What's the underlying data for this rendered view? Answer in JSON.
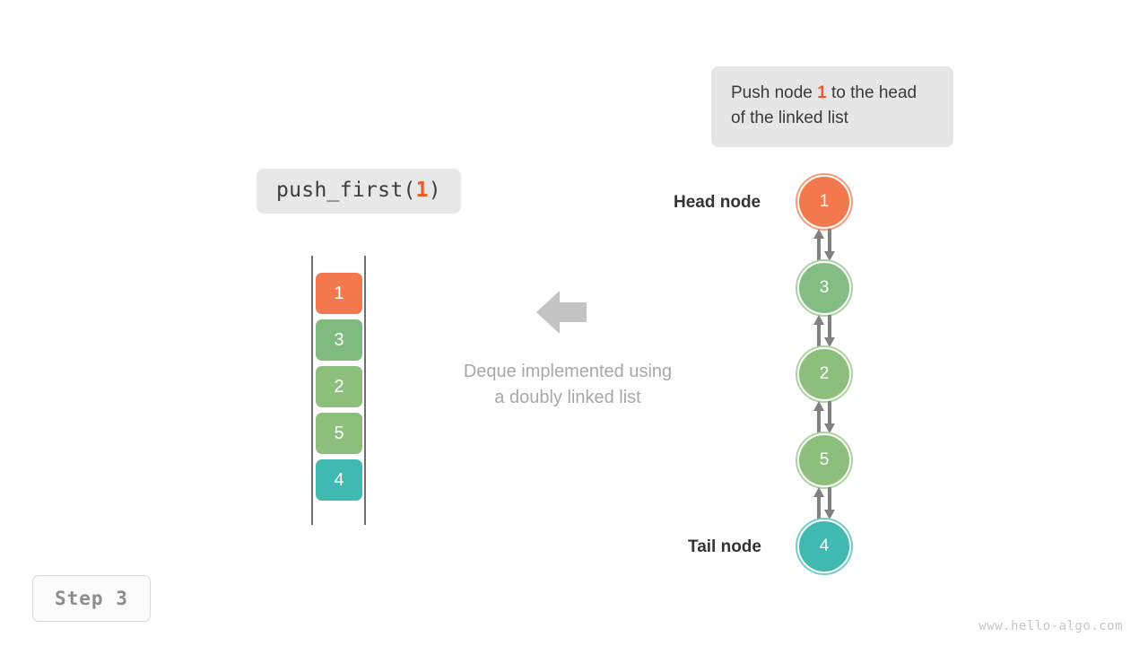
{
  "callout": {
    "text_before": "Push node ",
    "highlight": "1",
    "text_after": " to the head of the linked list"
  },
  "code_chip": {
    "text_before": "push_first(",
    "highlight": "1",
    "text_after": ")"
  },
  "deque": {
    "cells": [
      {
        "value": "1",
        "color": "#f4784d"
      },
      {
        "value": "3",
        "color": "#7fbb7f"
      },
      {
        "value": "2",
        "color": "#8cbe7c"
      },
      {
        "value": "5",
        "color": "#8cbe7c"
      },
      {
        "value": "4",
        "color": "#40b9b0"
      }
    ]
  },
  "center": {
    "arrow_icon": "arrow-left-icon",
    "caption_line1": "Deque implemented using",
    "caption_line2": "a doubly linked list"
  },
  "linked_list": {
    "head_label": "Head node",
    "tail_label": "Tail node",
    "nodes": [
      {
        "value": "1",
        "color": "#f4784d",
        "ring": "#f79b77"
      },
      {
        "value": "3",
        "color": "#84bd83",
        "ring": "#a9d3a2"
      },
      {
        "value": "2",
        "color": "#8cbe7c",
        "ring": "#aed49e"
      },
      {
        "value": "5",
        "color": "#8cbe7c",
        "ring": "#aed49e"
      },
      {
        "value": "4",
        "color": "#40b9b0",
        "ring": "#74cdc6"
      }
    ],
    "arrow_color": "#808080"
  },
  "step_badge": {
    "label": "Step 3"
  },
  "watermark": {
    "text": "www.hello-algo.com"
  },
  "palette": {
    "orange": "#f4784d",
    "green": "#8cbe7c",
    "teal": "#40b9b0",
    "gray_text": "#a8a8a8",
    "dark_text": "#333333",
    "chip_bg": "#e8e8e8"
  }
}
